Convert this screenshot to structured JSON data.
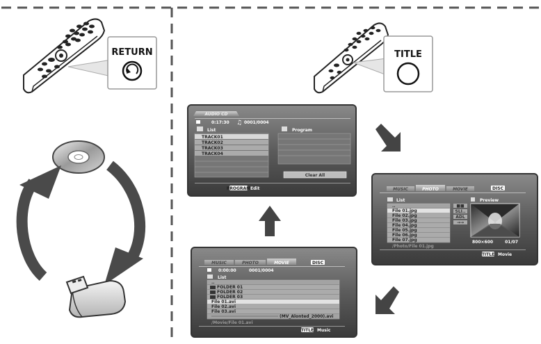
{
  "buttons": {
    "return_label": "RETURN",
    "title_label": "TITLE"
  },
  "audio_cd_screen": {
    "tab": "AUDIO CD",
    "time": "0:17:30",
    "track_count": "0001/0004",
    "list_header": "List",
    "program_header": "Program",
    "tracks": [
      "TRACK01",
      "TRACK02",
      "TRACK03",
      "TRACK04"
    ],
    "clear_all": "Clear All",
    "footer_button": "PROGRAM",
    "footer_action": "Edit"
  },
  "photo_screen": {
    "tabs": [
      "MUSIC",
      "PHOTO",
      "MOVIE"
    ],
    "disc_badge": "DISC",
    "list_header": "List",
    "preview_header": "Preview",
    "files": [
      "..",
      "File 01.jpg",
      "File 02.jpg",
      "File 03.jpg",
      "File 04.jpg",
      "File 05.jpg",
      "File 06.jpg",
      "File 07.jpg"
    ],
    "side_buttons": [
      "■■",
      "SLI..",
      "ADL",
      "→→"
    ],
    "path": "/Photo/File 01.jpg",
    "resolution": "800×600",
    "counter": "01/07",
    "footer_button": "TITLE",
    "footer_action": "Movie"
  },
  "movie_screen": {
    "tabs": [
      "MUSIC",
      "PHOTO",
      "MOVIE"
    ],
    "disc_badge": "DISC",
    "time": "0:00:00",
    "file_count": "0001/0004",
    "list_header": "List",
    "items": [
      "..",
      "FOLDER 01",
      "FOLDER 02",
      "FOLDER 03",
      "File 01.avi",
      "File 02.avi",
      "File 03.avi",
      "(MV_Alonted_2000).avi"
    ],
    "path": "/Movie/File 01.avi",
    "footer_button": "TITLE",
    "footer_action": "Music"
  }
}
